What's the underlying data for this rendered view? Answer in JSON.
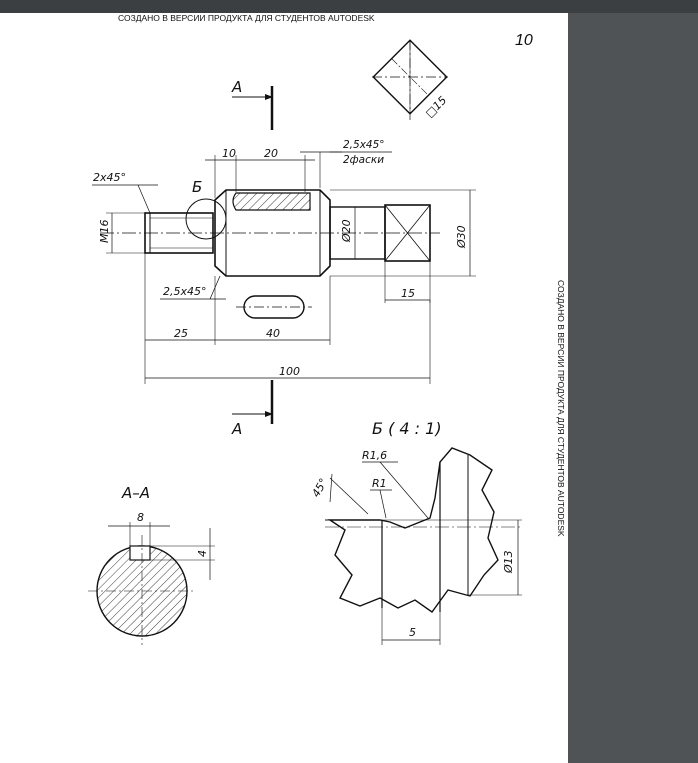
{
  "watermark": "СОЗДАНО В ВЕРСИИ ПРОДУКТА ДЛЯ СТУДЕНТОВ AUTODESK",
  "page_number": "10",
  "drawing": {
    "section_mark": "А",
    "detail_mark": "Б",
    "detail_title": "Б ( 4 : 1)",
    "section_title": "А–А",
    "dims": {
      "d10": "10",
      "d20": "20",
      "chamfer_top": "2,5x45°",
      "chamfer_note": "2фаски",
      "chamfer_left": "2x45°",
      "m16": "M16",
      "phi20": "Ø20",
      "phi30": "Ø30",
      "sq15": "□15",
      "chamfer_mid": "2,5x45°",
      "d15": "15",
      "d25": "25",
      "d40": "40",
      "d100": "100",
      "r16": "R1,6",
      "r1": "R1",
      "a45": "45°",
      "phi13": "Ø13",
      "d5": "5",
      "d8": "8",
      "d4": "4"
    }
  },
  "colors": {
    "sheet": "#ffffff",
    "background": "#505355",
    "line": "#111111"
  }
}
